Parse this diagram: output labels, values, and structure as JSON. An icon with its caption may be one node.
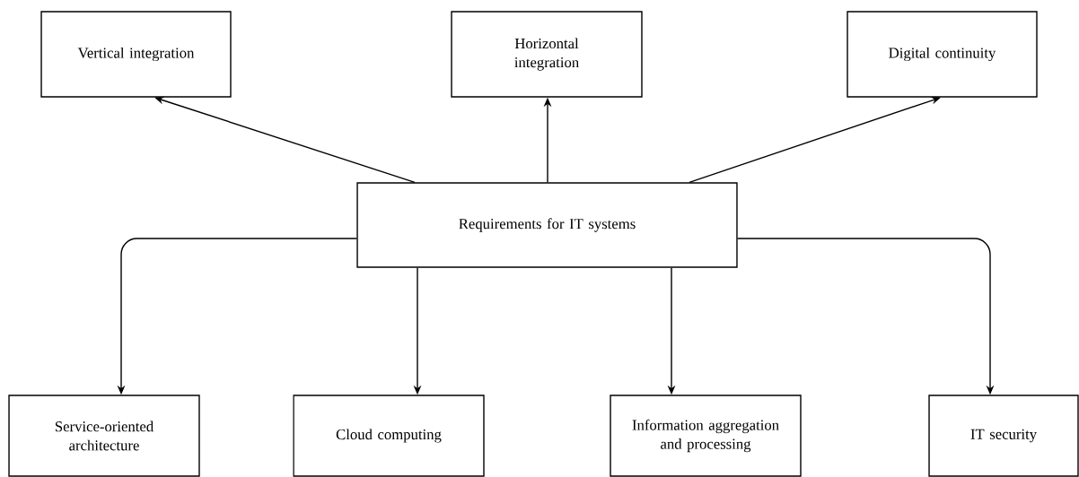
{
  "diagram": {
    "nodes": [
      {
        "text": [
          "Vertical integration"
        ]
      },
      {
        "text": [
          "Horizontal integration"
        ]
      },
      {
        "text": [
          "Digital continuity"
        ]
      },
      {
        "text": [
          "Requirements for IT systems"
        ]
      },
      {
        "text": [
          "Service-oriented architecture"
        ]
      },
      {
        "text": [
          "Cloud computing"
        ]
      },
      {
        "text": [
          "Information aggregation and processing"
        ]
      },
      {
        "text": [
          "IT security"
        ]
      }
    ],
    "edges": [
      {
        "from": 3,
        "to": 0,
        "arrow": "to"
      },
      {
        "from": 3,
        "to": 1,
        "arrow": "to"
      },
      {
        "from": 3,
        "to": 2,
        "arrow": "to"
      },
      {
        "from": 3,
        "to": 4,
        "arrow": "to"
      },
      {
        "from": 3,
        "to": 5,
        "arrow": "to"
      },
      {
        "from": 3,
        "to": 6,
        "arrow": "to"
      },
      {
        "from": 3,
        "to": 7,
        "arrow": "to"
      }
    ]
  }
}
